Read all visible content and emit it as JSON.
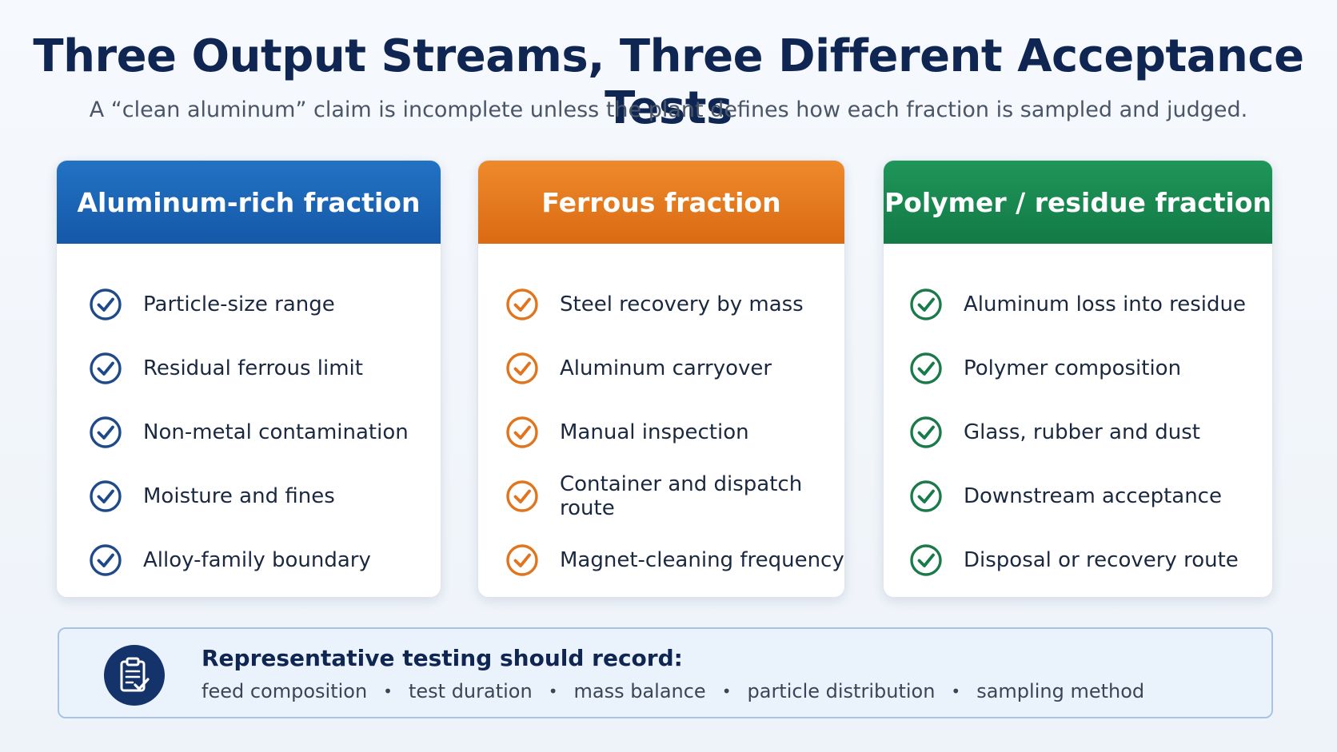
{
  "title": "Three Output Streams, Three Different Acceptance Tests",
  "subtitle": "A “clean aluminum” claim is incomplete unless the plant defines how each fraction is sampled and judged.",
  "colors": {
    "aluminum": "#1a63b5",
    "ferrous": "#e2741c",
    "polymer": "#1a8750",
    "navy": "#0f2552"
  },
  "cards": [
    {
      "heading": "Aluminum-rich fraction",
      "icon": "check-circle-icon",
      "items": [
        "Particle-size range",
        "Residual ferrous limit",
        "Non-metal contamination",
        "Moisture and fines",
        "Alloy-family boundary"
      ]
    },
    {
      "heading": "Ferrous fraction",
      "icon": "check-circle-icon",
      "items": [
        "Steel recovery by mass",
        "Aluminum carryover",
        "Manual inspection",
        "Container and dispatch route",
        "Magnet-cleaning frequency"
      ]
    },
    {
      "heading": "Polymer / residue fraction",
      "icon": "check-circle-icon",
      "items": [
        "Aluminum loss into residue",
        "Polymer composition",
        "Glass, rubber and dust",
        "Downstream acceptance",
        "Disposal or recovery route"
      ]
    }
  ],
  "footer": {
    "icon": "clipboard-check-icon",
    "title": "Representative testing should record:",
    "items": [
      "feed composition",
      "test duration",
      "mass balance",
      "particle distribution",
      "sampling method"
    ],
    "separator": "•"
  }
}
